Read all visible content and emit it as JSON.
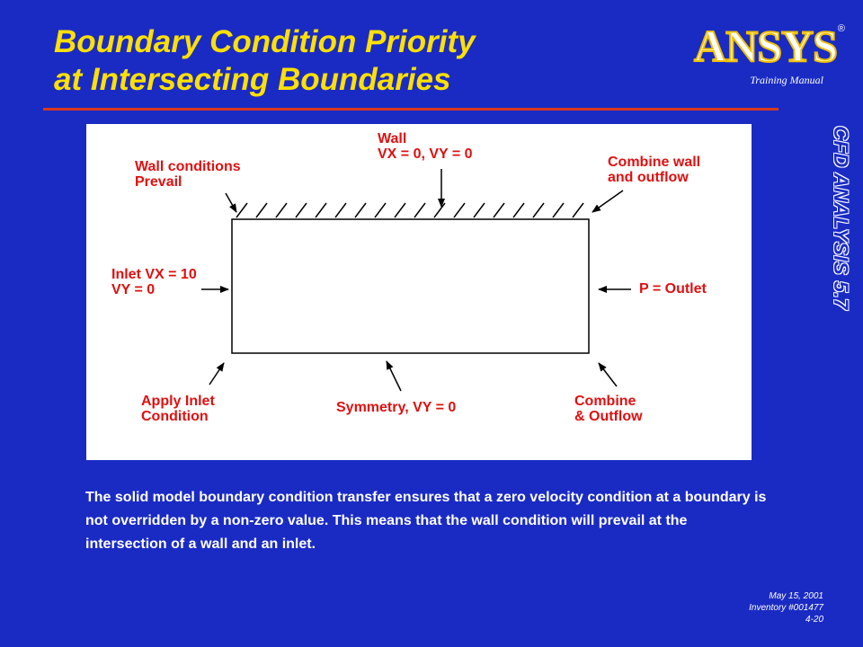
{
  "title": {
    "line1": "Boundary Condition Priority",
    "line2": "at Intersecting Boundaries"
  },
  "logo": {
    "text": "ANSYS",
    "registered": "®"
  },
  "training_manual": "Training Manual",
  "side_label": "CFD ANALYSIS 5.7",
  "diagram": {
    "labels": {
      "wall_top": "Wall\nVX = 0, VY = 0",
      "wall_conditions": "Wall conditions\nPrevail",
      "combine_wall": "Combine wall\nand outflow",
      "inlet": "Inlet VX = 10\nVY = 0",
      "outlet": "P = Outlet",
      "apply_inlet": "Apply Inlet\nCondition",
      "symmetry": "Symmetry, VY = 0",
      "combine_outflow": "Combine\n& Outflow"
    }
  },
  "body_text": "The solid model boundary condition transfer ensures that a zero velocity condition at a boundary is not overridden by a non-zero value.  This means that the wall condition will prevail at the intersection of a wall and an inlet.",
  "footer": {
    "date": "May 15, 2001",
    "inventory": "Inventory #001477",
    "page": "4-20"
  },
  "colors": {
    "background": "#1A2BC4",
    "title": "#FFE000",
    "rule": "#D83A1E",
    "label": "#E01010"
  }
}
